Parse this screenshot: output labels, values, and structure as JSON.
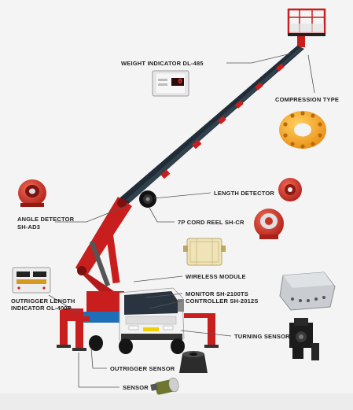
{
  "labels": {
    "weight_indicator": "WEIGHT INDICATOR DL-485",
    "compression_type": "COMPRESSION TYPE",
    "length_detector": "LENGTH DETECTOR",
    "angle_detector_l1": "ANGLE DETECTOR",
    "angle_detector_l2": "SH-AD3",
    "cord_reel": "7P CORD REEL SH-CR",
    "wireless_module": "WIRELESS MODULE",
    "outrigger_length_l1": "OUTRIGGER LENGTH",
    "outrigger_length_l2": "INDICATOR OL-400P",
    "monitor": "MONITOR SH-2100TS",
    "controller": "CONTROLLER SH-2012S",
    "turning_sensor": "TURNING SENSOR",
    "outrigger_sensor": "OUTRIGGER SENSOR",
    "sensor": "SENSOR"
  },
  "displays": {
    "weight_readout": "0"
  },
  "colors": {
    "boom_red": "#c81e1e",
    "boom_dark": "#1e2a33",
    "device_red": "#d23a2a",
    "flange_orange": "#f2a01a",
    "leader_line": "#555555"
  }
}
